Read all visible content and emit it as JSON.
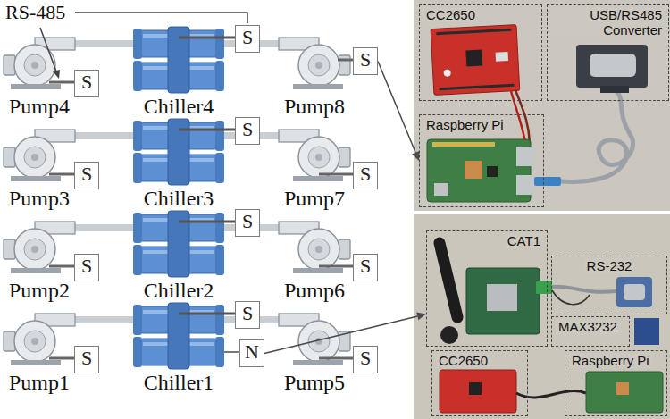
{
  "diagram": {
    "nodes": [
      {
        "text": [
          "S"
        ]
      },
      {
        "text": [
          "S"
        ]
      },
      {
        "text": [
          "S"
        ]
      },
      {
        "text": [
          "S"
        ]
      },
      {
        "text": [
          "S"
        ]
      },
      {
        "text": [
          "S"
        ]
      },
      {
        "text": [
          "S"
        ]
      },
      {
        "text": [
          "S"
        ]
      },
      {
        "text": [
          "S"
        ]
      },
      {
        "text": [
          "S"
        ]
      },
      {
        "text": [
          "N"
        ]
      },
      {
        "text": [
          "S"
        ]
      },
      {
        "text": [
          "S"
        ]
      },
      {
        "text": [
          "CC2650"
        ]
      },
      {
        "text": [
          "USB/RS485 Converter"
        ]
      },
      {
        "text": [
          "Raspberry Pi"
        ]
      },
      {
        "text": [
          "CAT1"
        ]
      },
      {
        "text": [
          "RS-232"
        ]
      },
      {
        "text": [
          "MAX3232"
        ]
      },
      {
        "text": [
          "CC2650"
        ]
      },
      {
        "text": [
          "Raspberry Pi"
        ]
      }
    ],
    "edges": [
      {
        "from": 2,
        "to": 15,
        "arrow": "to"
      },
      {
        "from": 10,
        "to": 16,
        "arrow": "to"
      }
    ],
    "labels": [
      "RS-485",
      "Pump4",
      "Chiller4",
      "Pump8",
      "Pump3",
      "Chiller3",
      "Pump7",
      "Pump2",
      "Chiller2",
      "Pump6",
      "Pump1",
      "Chiller1",
      "Pump5"
    ]
  }
}
